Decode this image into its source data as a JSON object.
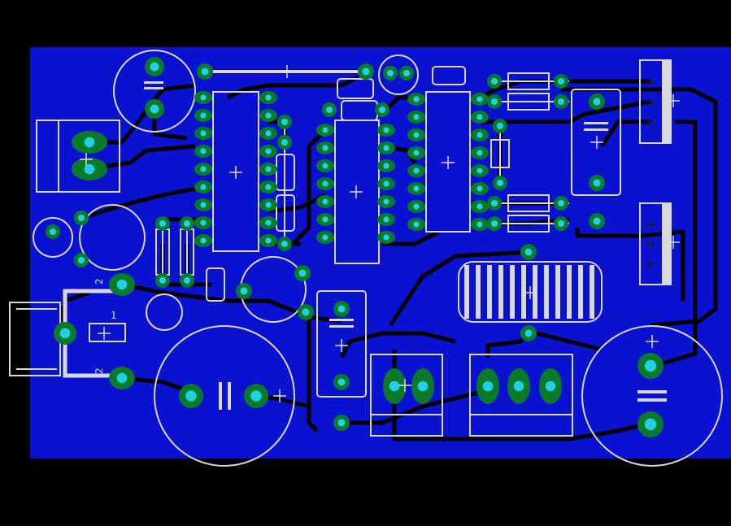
{
  "colors": {
    "background": "#000000",
    "board": "#0a12d0",
    "copper": "#000000",
    "pad": "#0a7a2a",
    "hole": "#1ed2e6",
    "silk": "#d8d8d8"
  },
  "labels": {
    "jack_pin_2_top": "2",
    "jack_pin_1": "1",
    "jack_pin_2_bottom": "2",
    "header_a_pin1": "1",
    "header_a_pin2": "2",
    "header_a_pin3": "3",
    "header_b_pin1": "1",
    "header_b_pin2": "2",
    "header_b_pin3": "3"
  }
}
